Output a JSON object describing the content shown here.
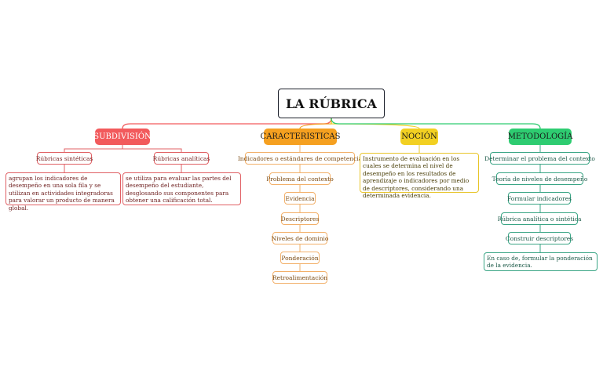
{
  "title": "LA RÚBRICA",
  "colors": {
    "subdivision": "#f25a5c",
    "caracteristicas": "#f5a020",
    "nocion": "#f2d022",
    "metodologia": "#2ecc71",
    "subdivision_border": "#e06064",
    "caracteristicas_border": "#f2b06a",
    "nocion_border": "#e8c52a",
    "metodologia_border": "#3aa585",
    "root_border": "#1b1f2a"
  },
  "branches": {
    "subdivision": {
      "label": "SUBDIVISIÓN",
      "children": [
        {
          "label": "Rúbricas sintéticas",
          "detail": "agrupan los indicadores de desempeño en una sola fila y se utilizan en actividades integradoras para valorar un producto de manera global."
        },
        {
          "label": "Rúbricas analíticas",
          "detail": "se utiliza para evaluar las partes del desempeño del estudiante, desglosando sus componentes para obtener una calificación total."
        }
      ]
    },
    "caracteristicas": {
      "label": "CARACTERISTICAS",
      "items": [
        "Indicadores o estándares de competencia",
        "Problema del contexto",
        "Evidencia",
        "Descriptores",
        "Niveles de dominio",
        "Ponderación",
        "Retroalimentación"
      ]
    },
    "nocion": {
      "label": "NOCIÓN",
      "detail": "Instrumento de evaluación en los cuales se determina el nivel de desempeño en los resultados de aprendizaje o indicadores por medio de descriptores, considerando una determinada evidencia."
    },
    "metodologia": {
      "label": "METODOLOGÍA",
      "items": [
        "Determinar el problema del contexto",
        "Teoría de niveles de desempeño",
        "Formular indicadores",
        "Rúbrica analítica o sintética",
        "Construir descriptores",
        "En caso de, formular la ponderación de la evidencia."
      ]
    }
  }
}
